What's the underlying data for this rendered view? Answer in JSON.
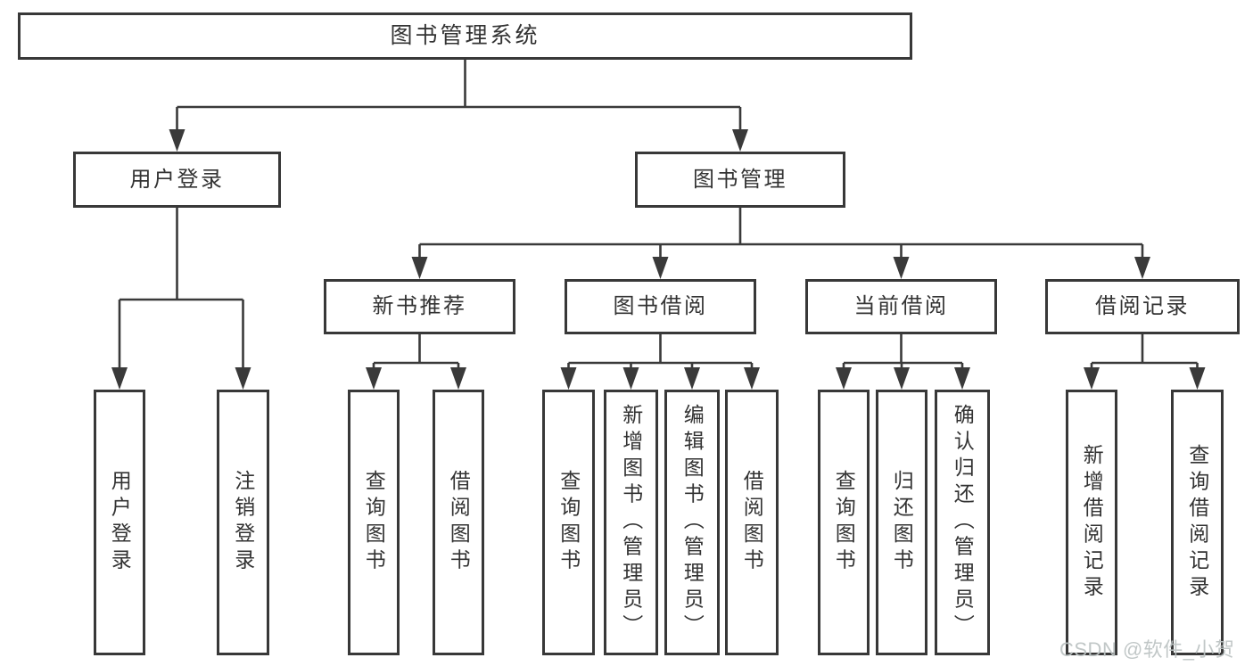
{
  "colors": {
    "bg": "#ffffff",
    "line": "#3a3a3a",
    "box-border": "#383838",
    "text": "#333333",
    "watermark": "#bcc3c3"
  },
  "diagram": {
    "title": "图书管理系统",
    "level2": {
      "user_login": "用户登录",
      "book_management": "图书管理"
    },
    "level3": {
      "new_book": "新书推荐",
      "book_borrow": "图书借阅",
      "current_borrow": "当前借阅",
      "borrow_record": "借阅记录"
    },
    "leaves": {
      "user_login": [
        "用户登录",
        "注销登录"
      ],
      "new_book": [
        "查询图书",
        "借阅图书"
      ],
      "book_borrow": [
        "查询图书",
        "新增图书（管理员）",
        "编辑图书（管理员）",
        "借阅图书"
      ],
      "current_borrow": [
        "查询图书",
        "归还图书",
        "确认归还（管理员）"
      ],
      "borrow_record": [
        "新增借阅记录",
        "查询借阅记录"
      ]
    },
    "watermark": "CSDN @软件_小贺同学"
  }
}
